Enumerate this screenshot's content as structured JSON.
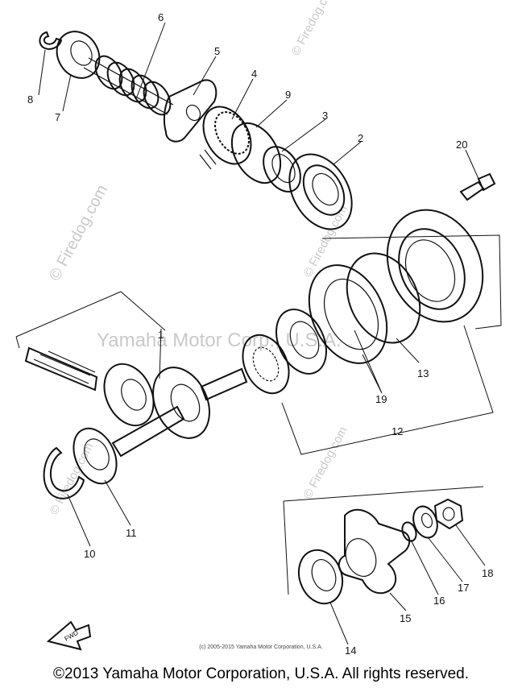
{
  "watermarks": {
    "center": "Yamaha Motor Corp., U.S.A.",
    "side": "© Firedog.com",
    "diagonal": "© Firedog.com"
  },
  "callouts": [
    "1",
    "2",
    "3",
    "4",
    "5",
    "6",
    "7",
    "8",
    "9",
    "10",
    "11",
    "12",
    "13",
    "14",
    "15",
    "16",
    "17",
    "18",
    "19",
    "20"
  ],
  "fwd_label": "FWD",
  "footer": {
    "small_copyright": "(c) 2005-2015 Yamaha Motor Corporation, U.S.A.",
    "main_copyright": "©2013 Yamaha Motor Corporation, U.S.A. All rights reserved."
  }
}
